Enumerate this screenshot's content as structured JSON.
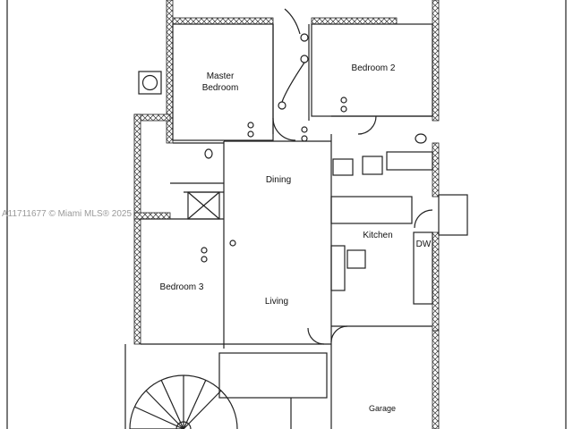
{
  "watermark": "A11711677 © Miami MLS® 2025",
  "rooms": {
    "master_bedroom_line1": "Master",
    "master_bedroom_line2": "Bedroom",
    "bedroom2": "Bedroom 2",
    "dining": "Dining",
    "kitchen": "Kitchen",
    "dishwasher": "DW",
    "bedroom3": "Bedroom 3",
    "living": "Living",
    "garage": "Garage"
  },
  "colors": {
    "line": "#222222",
    "watermark": "#9a9a9a"
  }
}
